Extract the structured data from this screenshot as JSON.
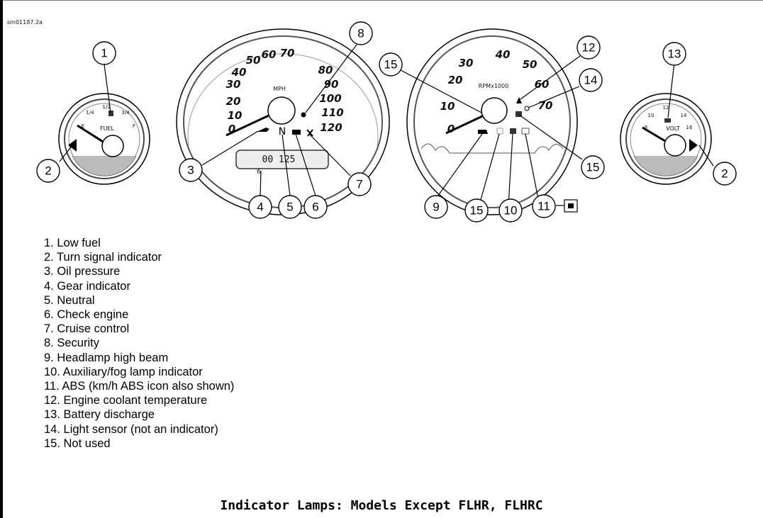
{
  "figure_id": "sm01187.2a",
  "callouts": [
    "1",
    "2",
    "3",
    "4",
    "5",
    "6",
    "7",
    "8",
    "9",
    "10",
    "11",
    "12",
    "13",
    "14",
    "15"
  ],
  "gauges": {
    "fuel": {
      "label": "FUEL",
      "ticks": [
        "E",
        "1/4",
        "1/2",
        "3/4",
        "F"
      ]
    },
    "speedometer": {
      "label": "MPH",
      "ticks": [
        "0",
        "10",
        "20",
        "30",
        "40",
        "50",
        "60",
        "70",
        "80",
        "90",
        "100",
        "110",
        "120"
      ],
      "indicators": [
        "N"
      ],
      "odometer": "00 125"
    },
    "tachometer": {
      "label": "RPMx1000",
      "ticks": [
        "0",
        "10",
        "20",
        "30",
        "40",
        "50",
        "60",
        "70"
      ]
    },
    "voltmeter": {
      "label": "VOLT",
      "ticks": [
        "8",
        "10",
        "12",
        "14",
        "16"
      ]
    }
  },
  "legend": [
    "1. Low fuel",
    "2. Turn signal indicator",
    "3. Oil pressure",
    "4. Gear indicator",
    "5. Neutral",
    "6. Check engine",
    "7. Cruise control",
    "8. Security",
    "9. Headlamp high beam",
    "10. Auxiliary/fog lamp indicator",
    "11. ABS (km/h ABS icon also shown)",
    "12. Engine coolant temperature",
    "13. Battery discharge",
    "14. Light sensor (not an indicator)",
    "15. Not used"
  ],
  "caption": "Indicator Lamps: Models Except FLHR, FLHRC"
}
